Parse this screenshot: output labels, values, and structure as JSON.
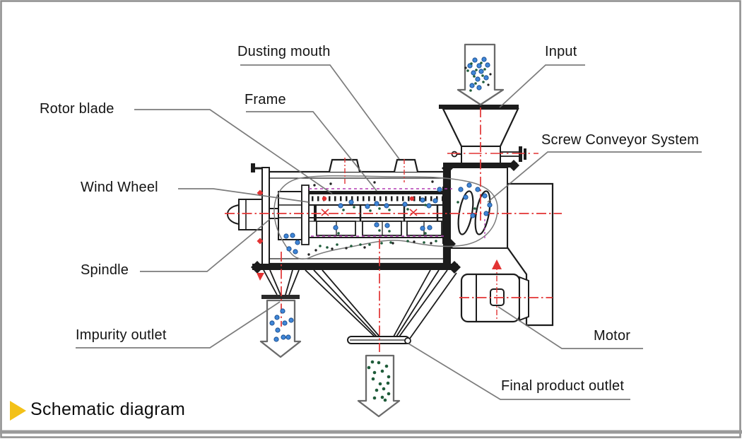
{
  "diagram": {
    "caption": "Schematic diagram",
    "labels": {
      "dusting_mouth": "Dusting mouth",
      "input": "Input",
      "rotor_blade": "Rotor blade",
      "frame": "Frame",
      "screw_conveyor_system": "Screw Conveyor System",
      "wind_wheel": "Wind Wheel",
      "spindle": "Spindle",
      "impurity_outlet": "Impurity outlet",
      "motor": "Motor",
      "final_product_outlet": "Final product outlet"
    }
  },
  "colors": {
    "ink": "#1c1c1c",
    "leader": "#6e6e6e",
    "red": "#e23333",
    "magenta": "#b23ab2",
    "blue": "#3f86d8",
    "bluering": "#1c4f8f",
    "green": "#1f5c3a",
    "yellow": "#f3c118",
    "arrowgray": "#6a6a6a",
    "blobgray": "#7a7a7a",
    "bordergray": "#8d8d8d",
    "paper": "#ffffff"
  }
}
